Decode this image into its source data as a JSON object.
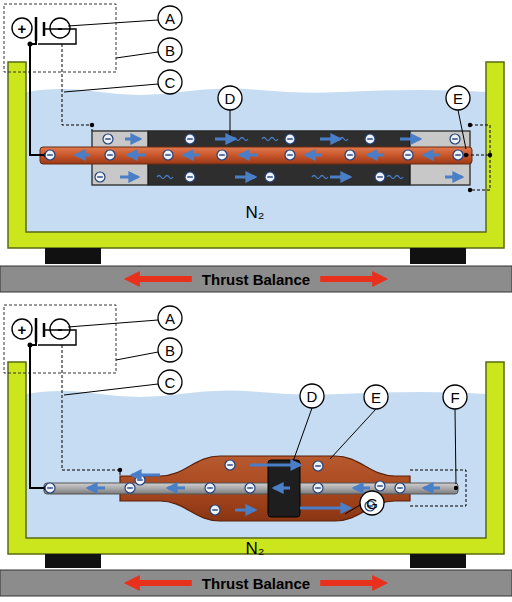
{
  "diagram": {
    "nodes": [
      {
        "text": [
          "Thrust Balance"
        ]
      },
      {
        "text": [
          "Thrust Balance"
        ]
      }
    ],
    "labels": [
      "+",
      "-",
      "A",
      "B",
      "C",
      "D",
      "E",
      "N₂",
      "+",
      "-",
      "A",
      "B",
      "C",
      "D",
      "E",
      "F",
      "G",
      "N₂"
    ]
  }
}
